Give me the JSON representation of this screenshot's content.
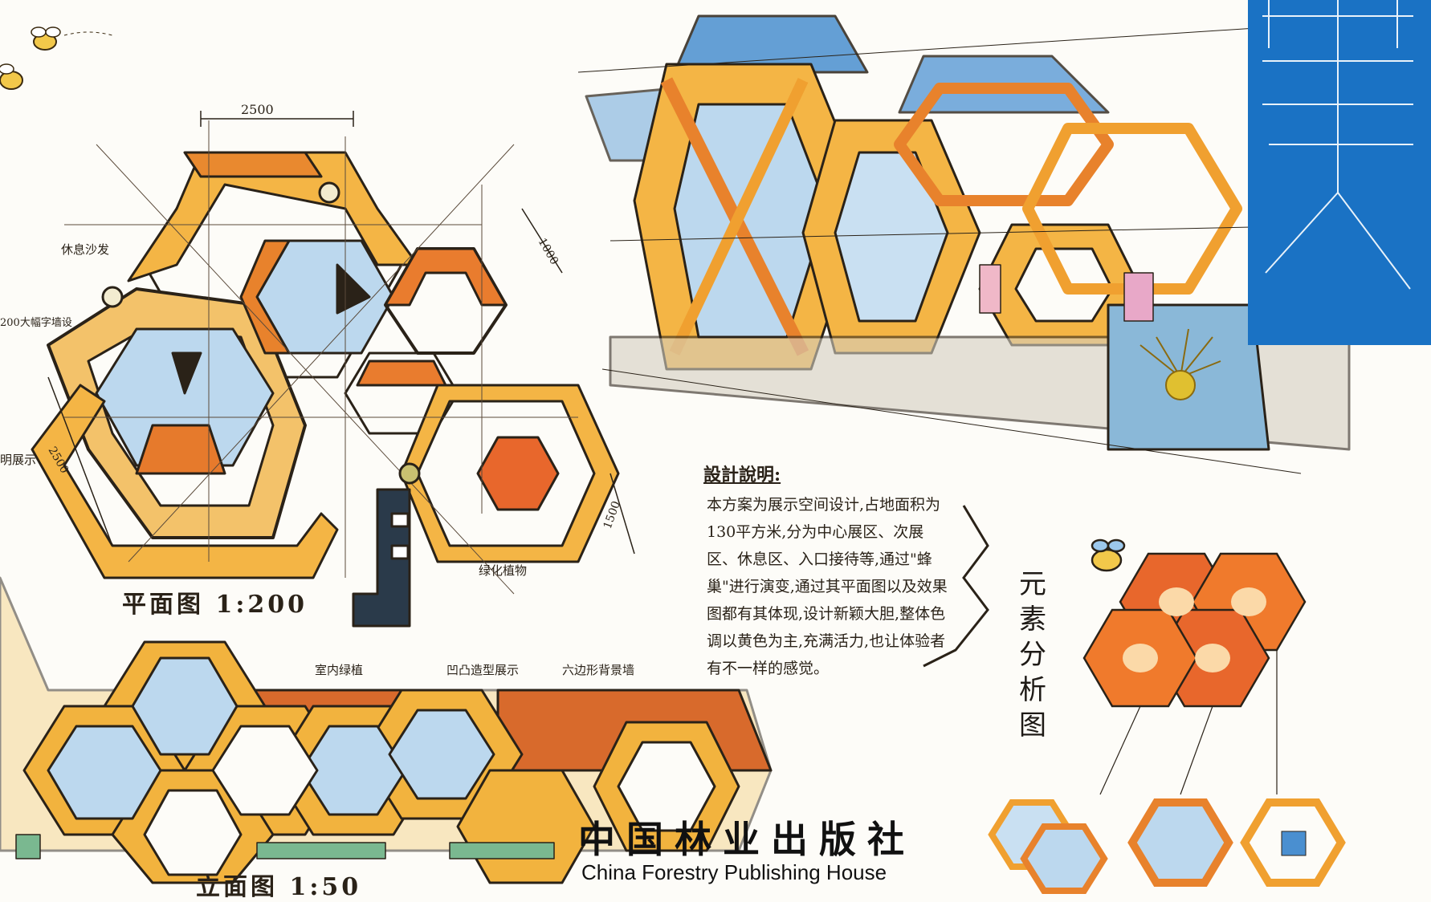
{
  "colors": {
    "orange": "#f0a030",
    "deep_orange": "#e06a20",
    "blue": "#4a8fd0",
    "light_blue": "#bcd8ee",
    "ink": "#2a2218",
    "panel_blue": "#1a72c4"
  },
  "plan": {
    "title": "平面图 1:200",
    "dim_top": "2500",
    "dim_right": "1000",
    "dim_left": "2500",
    "dim_lower_right": "1500",
    "label_rest": "休息沙发",
    "label_large": "200大幅字墙设",
    "label_display": "明展示",
    "label_green": "绿化植物"
  },
  "elevation": {
    "title": "立面图 1:50",
    "label_plants": "室内绿植",
    "label_display": "凹凸造型展示",
    "label_wall": "六边形背景墙"
  },
  "design_note": {
    "title": "設計說明:",
    "body": "本方案为展示空间设计,占地面积为130平方米,分为中心展区、次展区、休息区、入口接待等,通过\"蜂巢\"进行演变,通过其平面图以及效果图都有其体现,设计新颖大胆,整体色调以黄色为主,充满活力,也让体验者有不一样的感觉。"
  },
  "element_analysis": {
    "title": "元素分析图"
  },
  "publisher": {
    "cn": "中国林业出版社",
    "en": "China Forestry Publishing House"
  }
}
